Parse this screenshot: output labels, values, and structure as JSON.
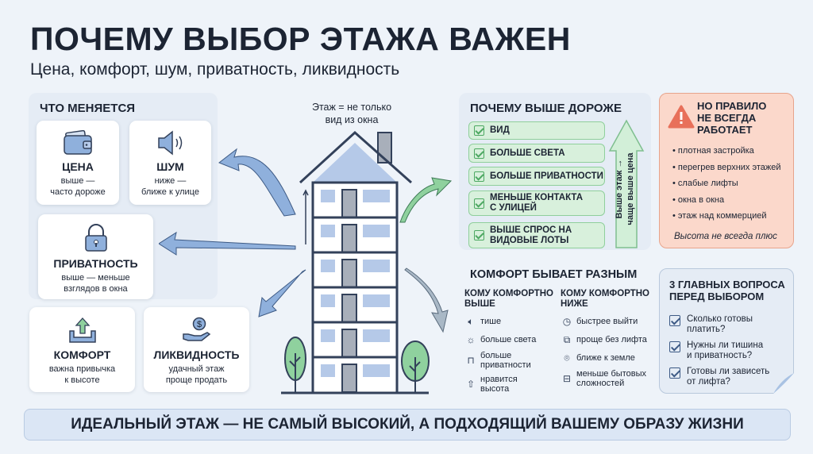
{
  "title": "ПОЧЕМУ ВЫБОР ЭТАЖА ВАЖЕН",
  "subtitle": "Цена, комфорт, шум, приватность, ликвидность",
  "changes": {
    "title": "ЧТО МЕНЯЕТСЯ",
    "cards": [
      {
        "icon": "wallet-icon",
        "title": "ЦЕНА",
        "desc": "выше —\nчасто дороже"
      },
      {
        "icon": "speaker-icon",
        "title": "ШУМ",
        "desc": "ниже —\nближе к улице"
      },
      {
        "icon": "lock-icon",
        "title": "ПРИВАТНОСТЬ",
        "desc": "выше — меньше\nвзглядов в окна"
      },
      {
        "icon": "sofa-up-arrow-icon",
        "title": "КОМФОРТ",
        "desc": "важна привычка\nк высоте"
      },
      {
        "icon": "hand-coin-icon",
        "title": "ЛИКВИДНОСТЬ",
        "desc": "удачный этаж\nпроще продать"
      }
    ]
  },
  "building": {
    "caption": "Этаж = не только\nвид из окна"
  },
  "why_expensive": {
    "title": "ПОЧЕМУ ВЫШЕ ДОРОЖЕ",
    "items": [
      "ВИД",
      "БОЛЬШЕ СВЕТА",
      "БОЛЬШЕ ПРИВАТНОСТИ",
      "МЕНЬШЕ КОНТАКТА\nС УЛИЦЕЙ",
      "ВЫШЕ СПРОС НА\nВИДОВЫЕ ЛОТЫ"
    ],
    "arrow_label_1": "Выше этаж →",
    "arrow_label_2": "чаще выше цена"
  },
  "warning": {
    "icon": "warning-icon",
    "title": "НО ПРАВИЛО\nНЕ ВСЕГДА\nРАБОТАЕТ",
    "items": [
      "плотная застройка",
      "перегрев верхних этажей",
      "слабые лифты",
      "окна в окна",
      "этаж над коммерцией"
    ],
    "note": "Высота не всегда плюс"
  },
  "comfort": {
    "title": "КОМФОРТ БЫВАЕТ РАЗНЫМ",
    "higher": {
      "title": "КОМУ КОМФОРТНО\nВЫШЕ",
      "items": [
        {
          "icon": "mute-icon",
          "text": "тише"
        },
        {
          "icon": "sun-icon",
          "text": "больше света"
        },
        {
          "icon": "lock-icon",
          "text": "больше\nприватности"
        },
        {
          "icon": "up-arrow-icon",
          "text": "нравится\nвысота"
        }
      ]
    },
    "lower": {
      "title": "КОМУ КОМФОРТНО\nНИЖЕ",
      "items": [
        {
          "icon": "clock-icon",
          "text": "быстрее выйти"
        },
        {
          "icon": "elevator-icon",
          "text": "проще без лифта"
        },
        {
          "icon": "location-pin-icon",
          "text": "ближе к земле"
        },
        {
          "icon": "toolbox-icon",
          "text": "меньше бытовых\nсложностей"
        }
      ]
    }
  },
  "questions": {
    "title": "3 ГЛАВНЫХ ВОПРОСА\nПЕРЕД ВЫБОРОМ",
    "items": [
      "Сколько готовы\nплатить?",
      "Нужны ли тишина\nи приватность?",
      "Готовы ли зависеть\nот лифта?"
    ]
  },
  "banner": "ИДЕАЛЬНЫЙ ЭТАЖ — НЕ САМЫЙ ВЫСОКИЙ, А ПОДХОДЯЩИЙ ВАШЕМУ ОБРАЗУ ЖИЗНИ",
  "colors": {
    "accent_blue": "#8fb0dc",
    "green": "#8fd19e",
    "warning_red": "#e8705a",
    "text": "#1c2433"
  }
}
